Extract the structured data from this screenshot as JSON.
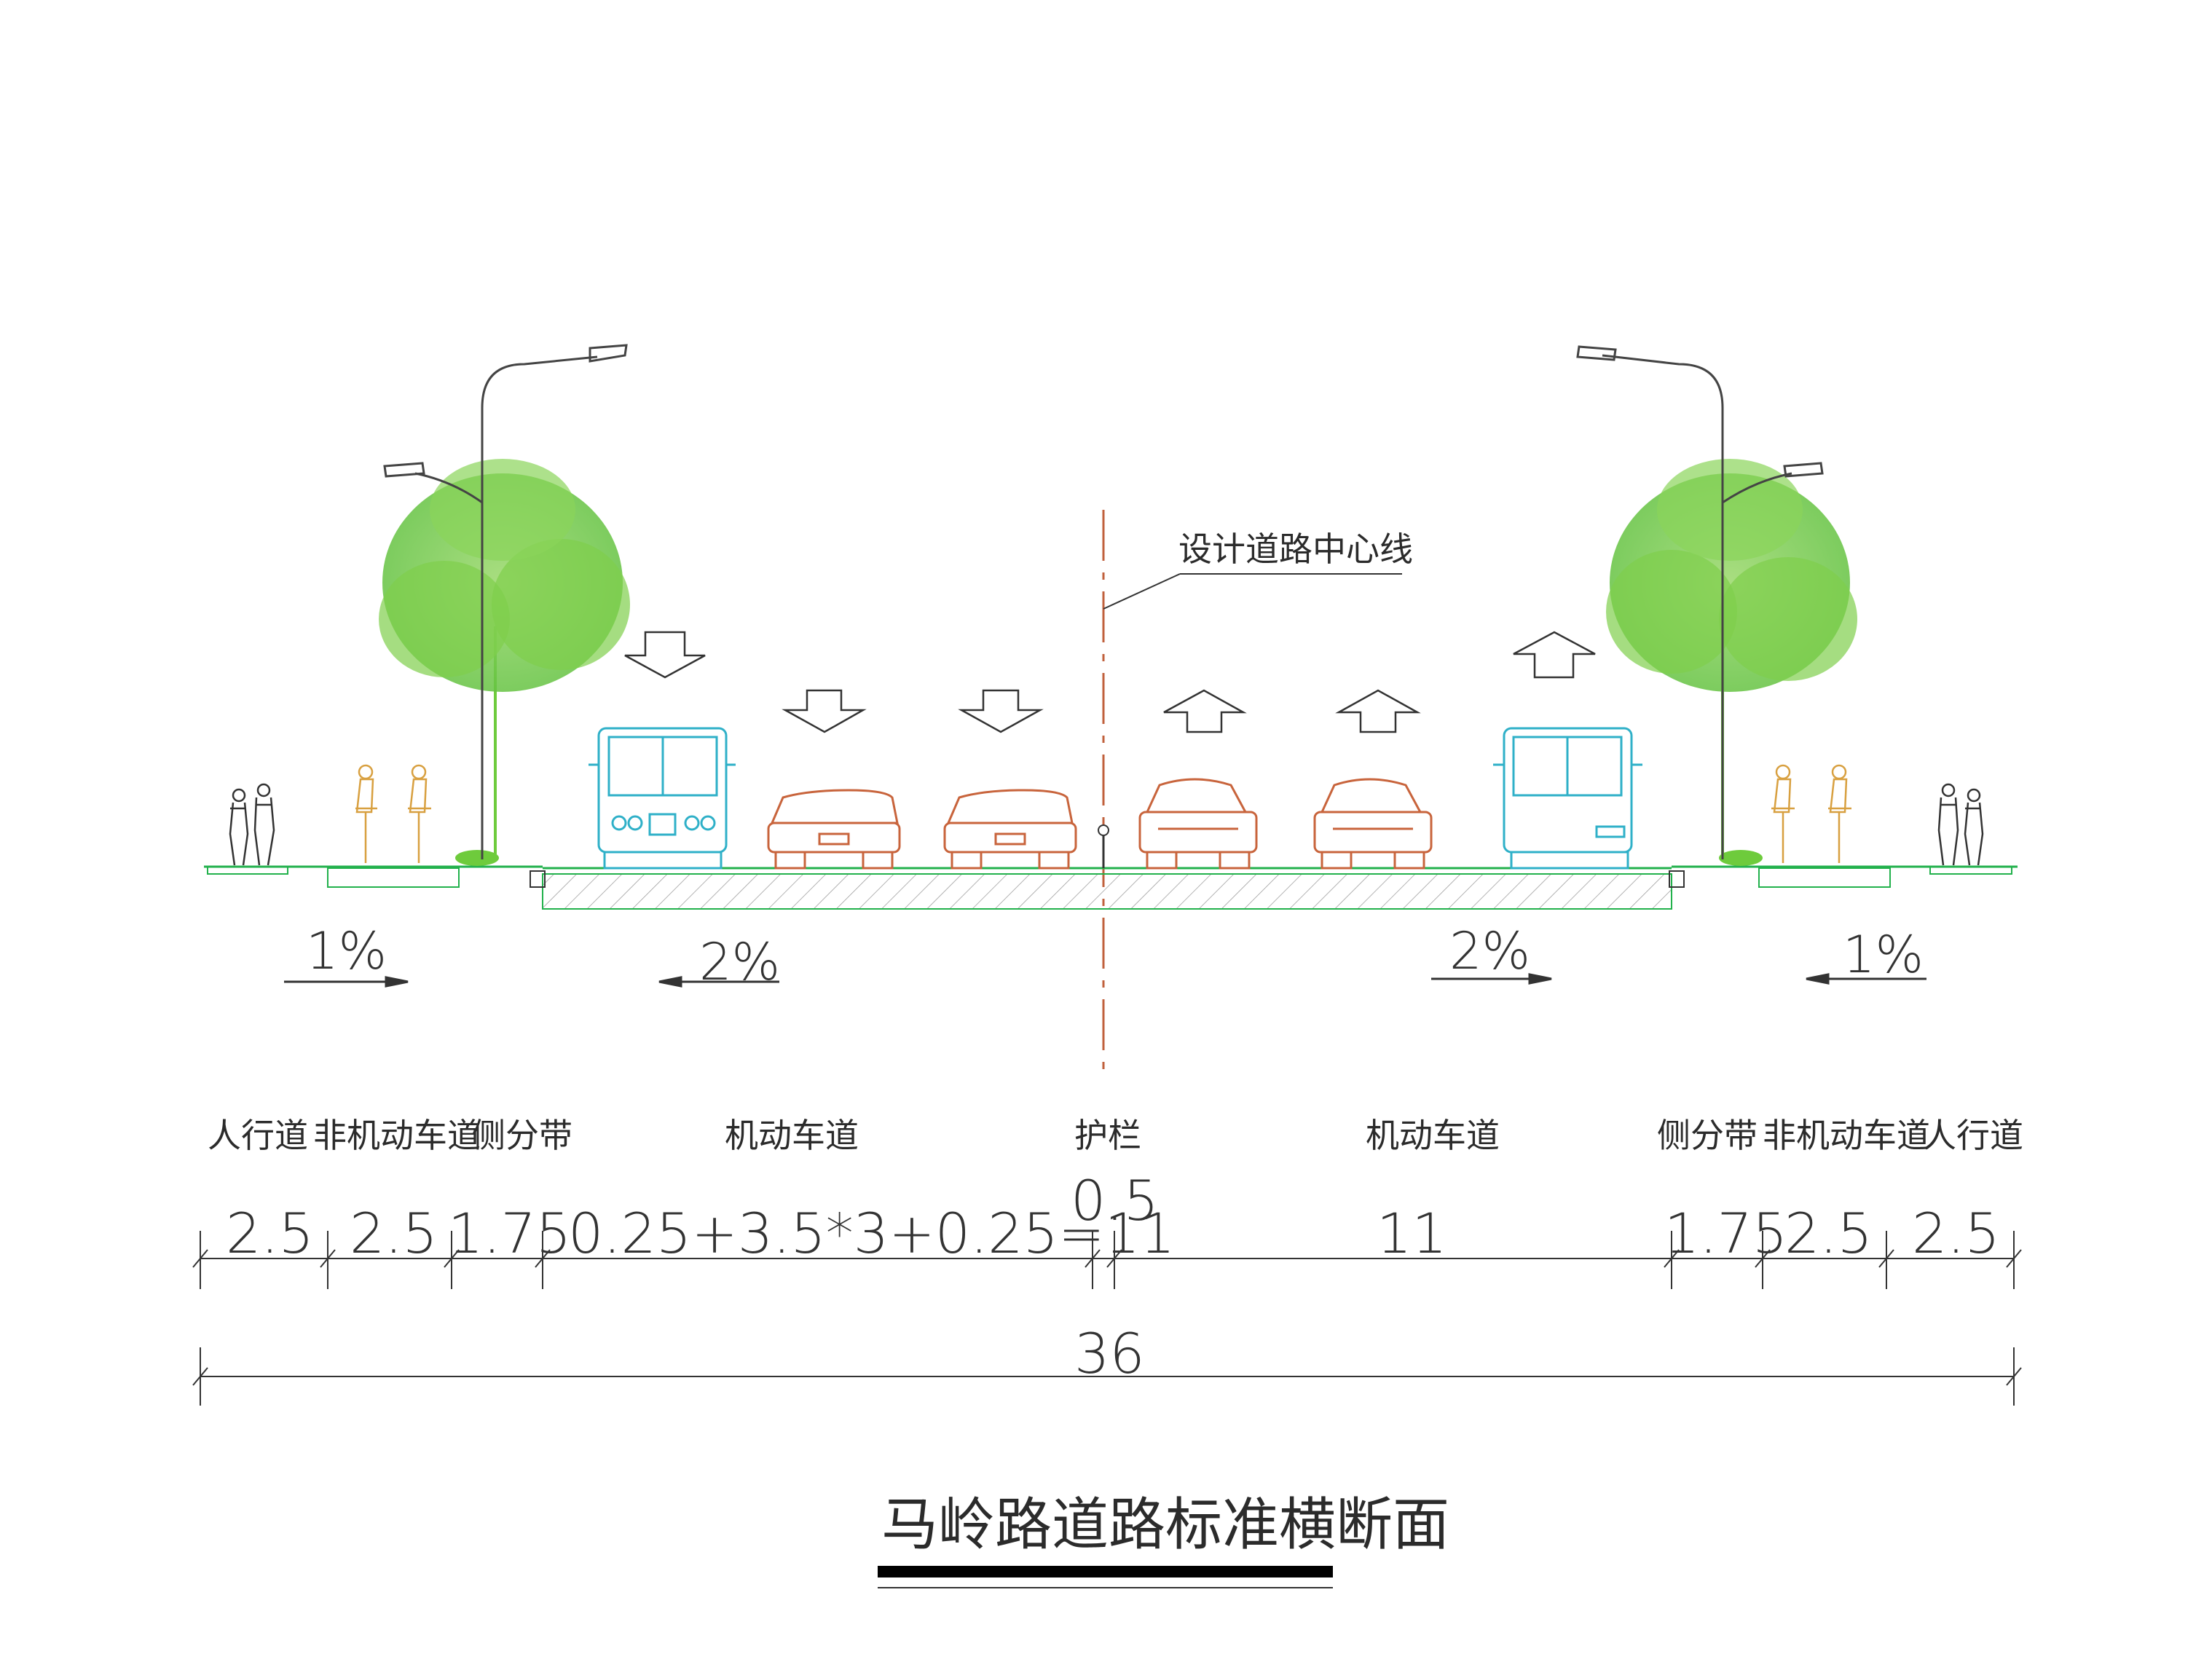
{
  "title": "马岭路道路标准横断面",
  "centerline_label": "设计道路中心线",
  "slopes": {
    "left_sidewalk": "1%",
    "left_carriageway": "2%",
    "right_carriageway": "2%",
    "right_sidewalk": "1%"
  },
  "section_labels": {
    "sidewalk_left": "人行道",
    "bike_left": "非机动车道",
    "side_strip_left": "侧分带",
    "carriageway_left": "机动车道",
    "guardrail": "护栏",
    "carriageway_right": "机动车道",
    "side_strip_right": "侧分带",
    "bike_right": "非机动车道",
    "sidewalk_right": "人行道"
  },
  "dimensions": {
    "sidewalk_left": "2.5",
    "bike_left": "2.5",
    "side_strip_left": "1.75",
    "carriageway_left": "0.25+3.5*3+0.25=11",
    "guardrail": "0.5",
    "carriageway_right": "11",
    "side_strip_right": "1.75",
    "bike_right": "2.5",
    "sidewalk_right": "2.5",
    "total": "36"
  },
  "colors": {
    "ground": "#22b14c",
    "tree": "#6ecb3c",
    "vehicles_car": "#c8643c",
    "bus": "#2fb0c8",
    "cyclist": "#d8a040",
    "centerline": "#c0603c",
    "line": "#333333"
  }
}
